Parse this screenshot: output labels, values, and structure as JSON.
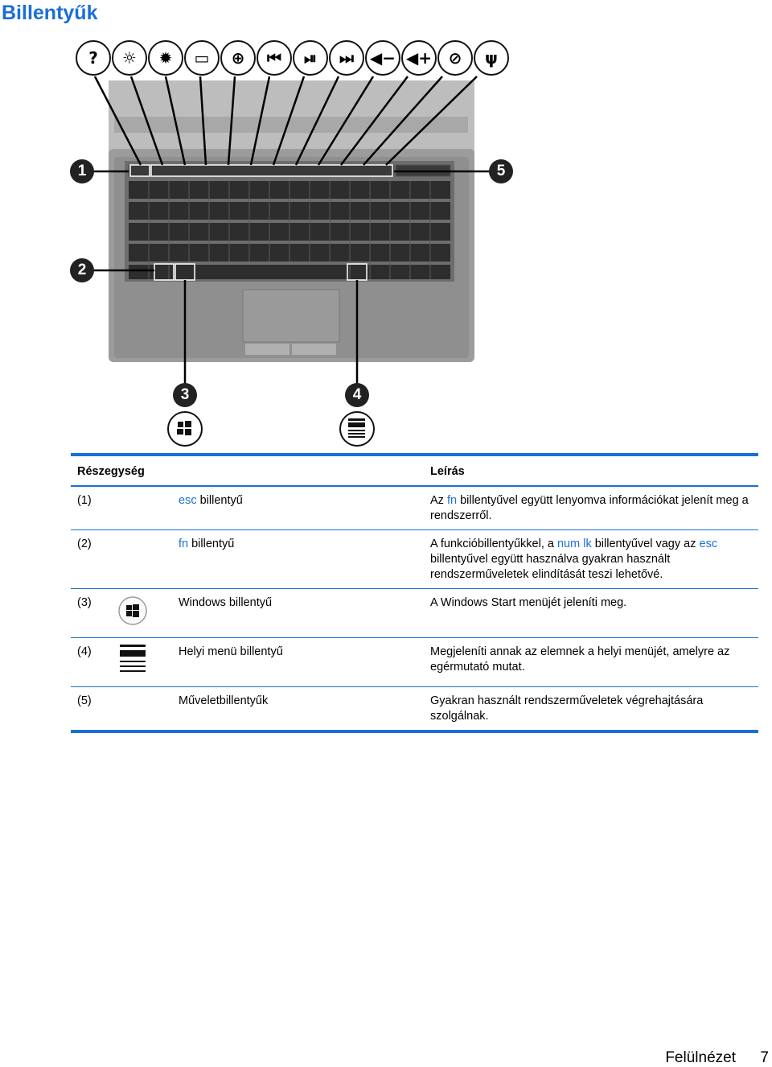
{
  "page": {
    "title": "Billentyűk",
    "footer_section": "Felülnézet",
    "footer_page": "7"
  },
  "figure": {
    "callouts": [
      "1",
      "2",
      "3",
      "4",
      "5"
    ],
    "function_key_icons": [
      "help-icon",
      "brightness-down-icon",
      "brightness-up-icon",
      "display-switch-icon",
      "web-icon",
      "previous-track-icon",
      "play-pause-icon",
      "next-track-icon",
      "volume-down-icon",
      "volume-up-icon",
      "mute-icon",
      "wireless-icon"
    ],
    "function_key_glyphs": [
      "?",
      "☼",
      "✹",
      "▭",
      "⊕",
      "⏮",
      "⏯",
      "⏭",
      "◀−",
      "◀+",
      "⊘",
      "ψ"
    ]
  },
  "table": {
    "headers": {
      "part": "Részegység",
      "description": "Leírás"
    },
    "rows": [
      {
        "num": "(1)",
        "name_hl": "esc",
        "name": " billentyű",
        "desc": [
          {
            "t": "Az "
          },
          {
            "t": "fn",
            "hl": true
          },
          {
            "t": " billentyűvel együtt lenyomva információkat jelenít meg a rendszerről."
          }
        ]
      },
      {
        "num": "(2)",
        "name_hl": "fn",
        "name": " billentyű",
        "desc": [
          {
            "t": "A funkcióbillentyűkkel, a "
          },
          {
            "t": "num lk",
            "hl": true
          },
          {
            "t": " billentyűvel vagy az "
          },
          {
            "t": "esc",
            "hl": true
          },
          {
            "t": " billentyűvel együtt használva gyakran használt rendszerműveletek elindítását teszi lehetővé."
          }
        ]
      },
      {
        "num": "(3)",
        "icon": "windows-logo-icon",
        "name": "Windows billentyű",
        "desc": [
          {
            "t": "A Windows Start menüjét jeleníti meg."
          }
        ]
      },
      {
        "num": "(4)",
        "icon": "menu-icon",
        "name": "Helyi menü billentyű",
        "desc": [
          {
            "t": "Megjeleníti annak az elemnek a helyi menüjét, amelyre az egérmutató mutat."
          }
        ]
      },
      {
        "num": "(5)",
        "name": "Műveletbillentyűk",
        "desc": [
          {
            "t": "Gyakran használt rendszerműveletek végrehajtására szolgálnak."
          }
        ]
      }
    ]
  }
}
